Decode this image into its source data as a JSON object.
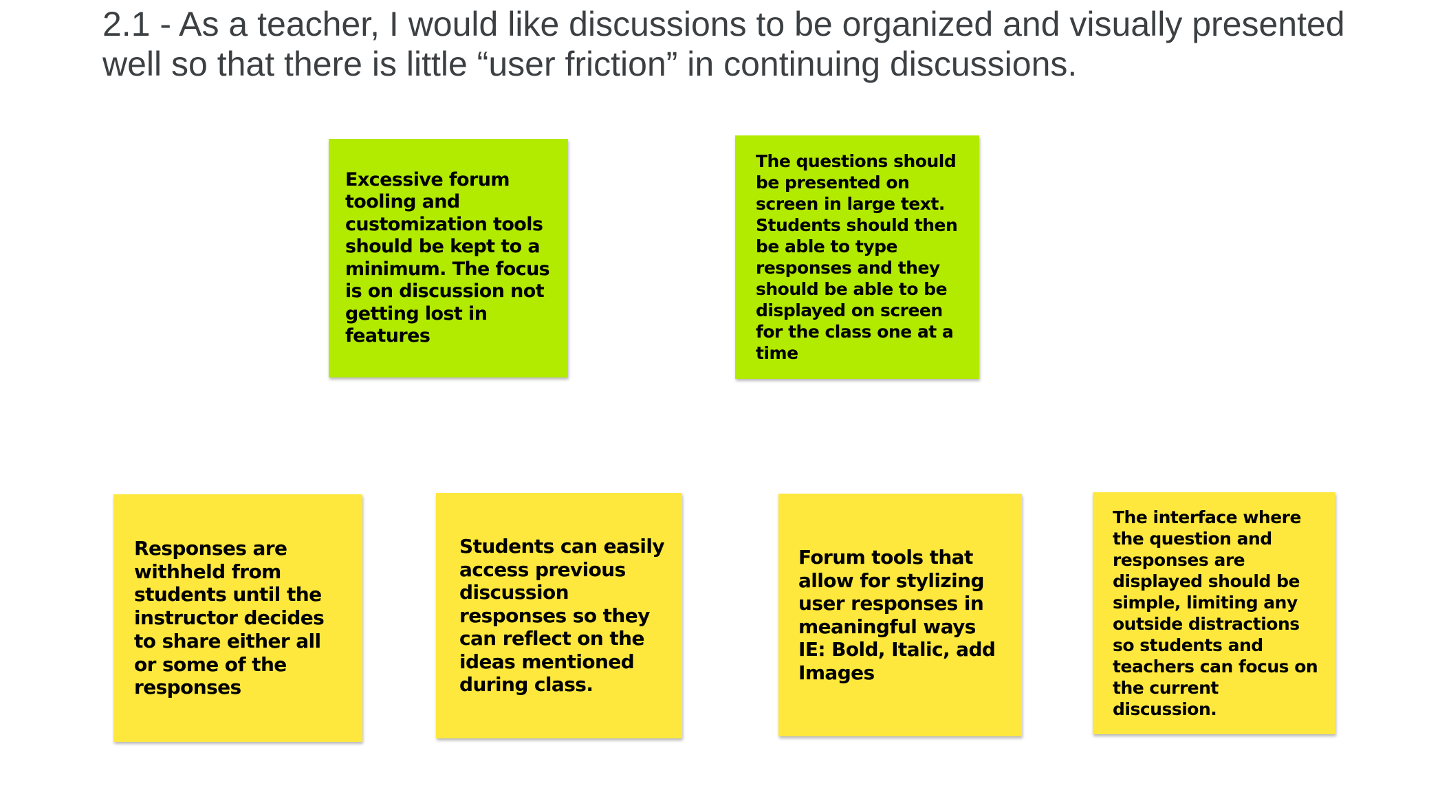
{
  "title": "2.1 - As a teacher, I would like discussions to be organized and visually presented well so that there is little “user friction” in continuing discussions.",
  "colors": {
    "green_note": "#b2ea00",
    "yellow_note": "#ffe83d",
    "title_text": "#3c4043"
  },
  "notes": [
    {
      "color": "green",
      "text": "Excessive forum tooling and customization tools should be kept to a minimum. The focus is on discussion not getting lost in features"
    },
    {
      "color": "green",
      "text": "The questions should be presented on screen in large text. Students should then be able to type responses and they should be able to be displayed on screen for the class one at a time"
    },
    {
      "color": "yellow",
      "text": "Responses are withheld from students until the instructor decides to share either all or some of the responses"
    },
    {
      "color": "yellow",
      "text": "Students can easily access previous discussion responses so they can reflect on the ideas mentioned during class."
    },
    {
      "color": "yellow",
      "text": "Forum tools that allow for stylizing user responses in meaningful ways IE: Bold, Italic, add Images"
    },
    {
      "color": "yellow",
      "text": "The interface where the question and responses are displayed should be simple, limiting any outside distractions so students and teachers can focus on the current discussion."
    }
  ]
}
